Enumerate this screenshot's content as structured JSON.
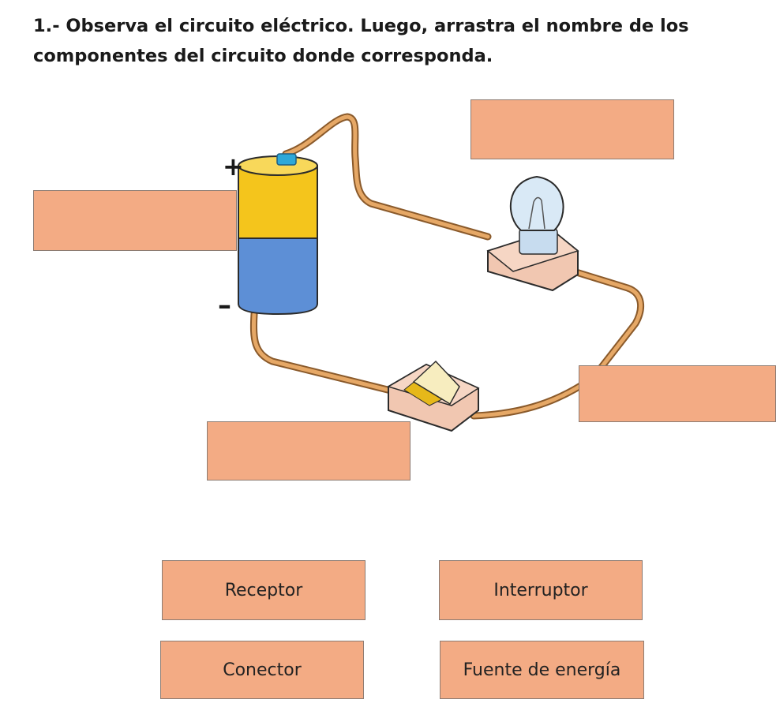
{
  "instructions": {
    "line1": "1.- Observa el circuito eléctrico. Luego, arrastra el nombre de los",
    "line2": "componentes del circuito donde corresponda."
  },
  "circuit": {
    "battery_positive_sign": "+",
    "battery_negative_sign": "–"
  },
  "drop_zones": [
    {
      "id": "bulb"
    },
    {
      "id": "battery"
    },
    {
      "id": "wire"
    },
    {
      "id": "switch"
    }
  ],
  "labels": {
    "receptor": "Receptor",
    "interruptor": "Interruptor",
    "conector": "Conector",
    "fuente": "Fuente de energía"
  },
  "colors": {
    "box_fill": "#f3ab84",
    "box_border": "#8c7b72",
    "wire": "#d99a5b",
    "battery_top": "#f4c51c",
    "battery_bottom": "#5d8fd6",
    "battery_terminal": "#2ea8d8",
    "socket": "#f1c7b1",
    "bulb_glass": "#cfe3f2",
    "switch_lever": "#f7edbf"
  }
}
